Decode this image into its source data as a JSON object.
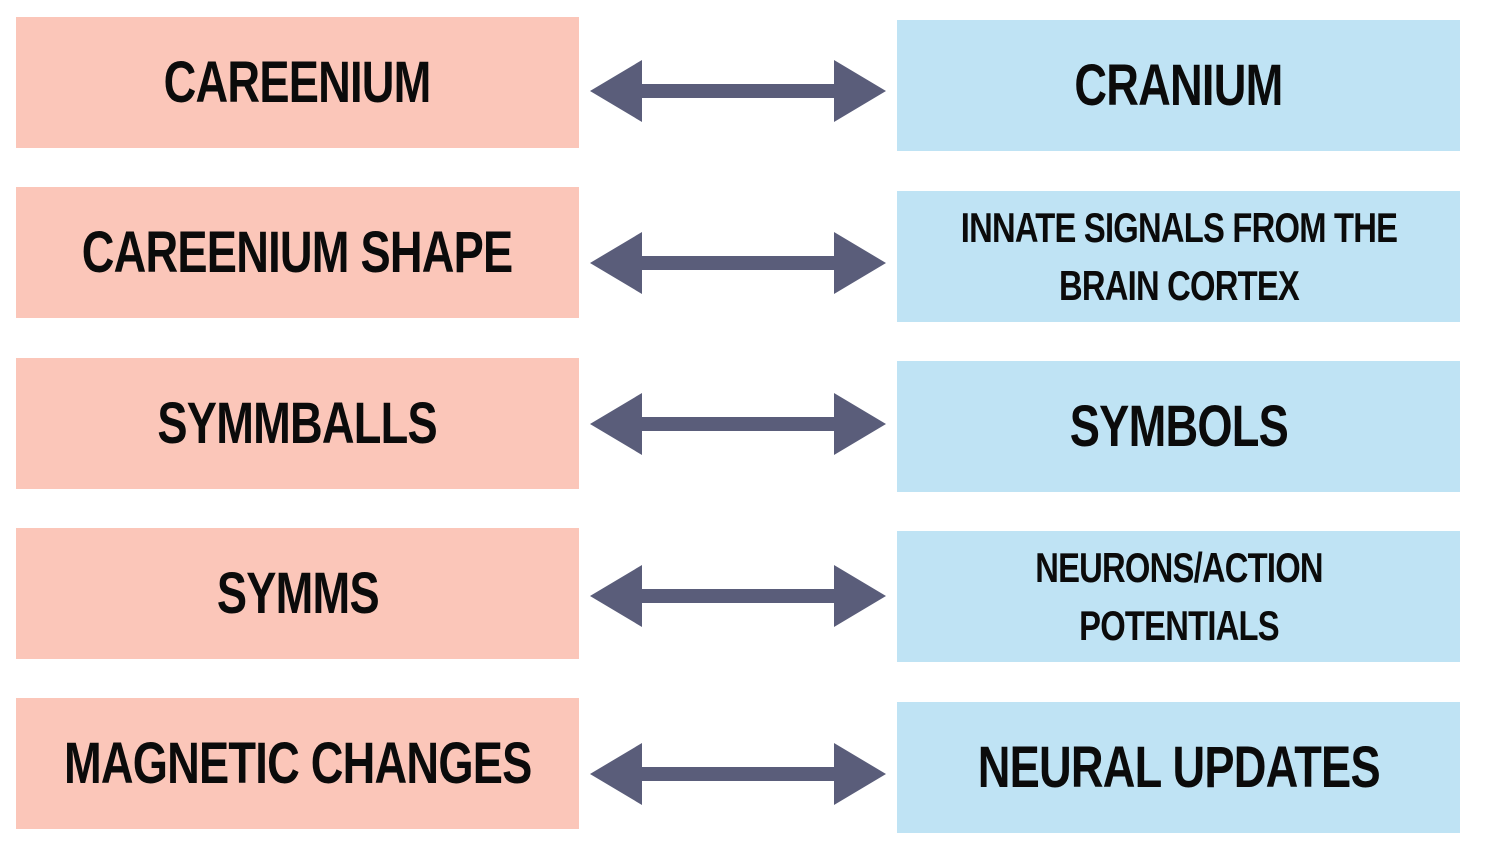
{
  "colors": {
    "left_box": "#fbc6b9",
    "right_box": "#bfe3f4",
    "arrow": "#5a5d7a",
    "text": "#0b0b0b"
  },
  "rows": [
    {
      "left": "CAREENIUM",
      "right": "CRANIUM"
    },
    {
      "left": "CAREENIUM SHAPE",
      "right": "INNATE SIGNALS FROM THE BRAIN CORTEX"
    },
    {
      "left": "SYMMBALLS",
      "right": "SYMBOLS"
    },
    {
      "left": "SYMMS",
      "right": "NEURONS/ACTION POTENTIALS"
    },
    {
      "left": "MAGNETIC CHANGES",
      "right": "NEURAL UPDATES"
    }
  ]
}
